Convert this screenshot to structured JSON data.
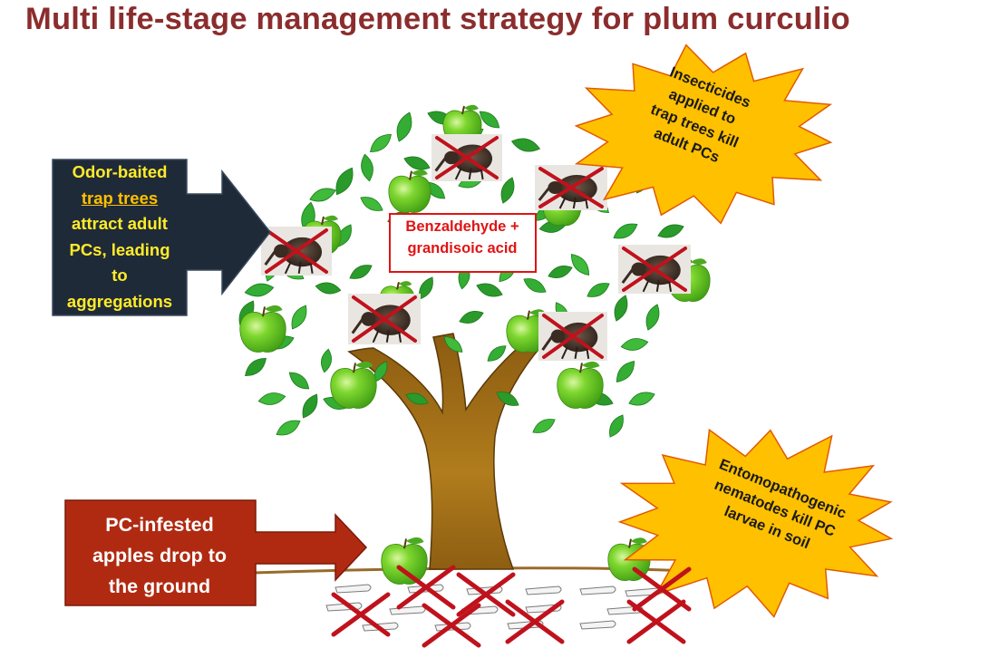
{
  "title": "Multi life-stage management strategy for plum curculio",
  "odor_box": {
    "line1": "Odor-baited",
    "trap_trees": "trap trees",
    "line3": "attract adult",
    "line4": "PCs, leading",
    "line5": "to",
    "line6": "aggregations"
  },
  "drop_box": {
    "line1": "PC-infested",
    "line2": "apples drop to",
    "line3": "the ground"
  },
  "chem_box": {
    "line1": "Benzaldehyde +",
    "line2": "grandisoic acid"
  },
  "insecticide_burst": {
    "line1": "Insecticides",
    "line2": "applied to",
    "line3": "trap trees kill",
    "line4": "adult PCs"
  },
  "nematode_burst": {
    "line1": "Entomopathogenic",
    "line2": "nematodes kill PC",
    "line3": "larvae in soil"
  },
  "colors": {
    "title": "#8b2d2d",
    "odor_box_bg": "#1f2a38",
    "odor_text": "#ffeb2a",
    "drop_box_bg": "#b02a12",
    "burst_fill": "#ffc000",
    "burst_stroke": "#e05a00",
    "leaf": "#2ea32e",
    "apple": "#6fcf2a",
    "trunk": "#a8741a",
    "cross": "#c0121c"
  }
}
